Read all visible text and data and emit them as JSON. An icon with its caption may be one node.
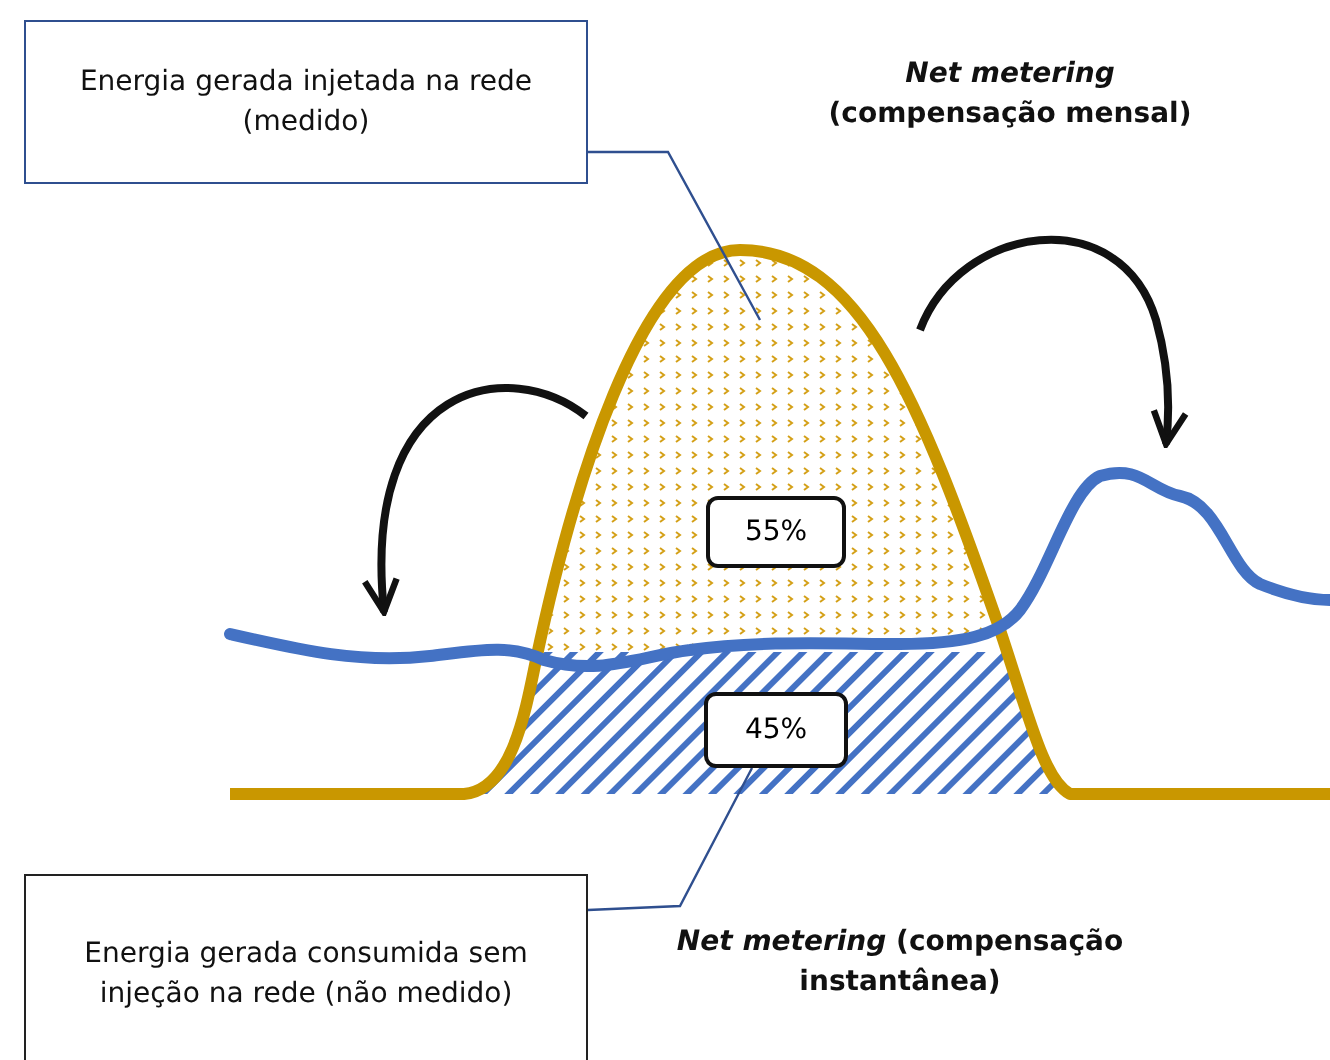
{
  "diagram": {
    "nodes": [
      {
        "text": [
          "Energia gerada injetada na rede (medido)"
        ]
      },
      {
        "text": [],
        "shape": "area"
      },
      {
        "text": [
          "55%"
        ],
        "in": 1
      },
      {
        "text": [],
        "shape": "area"
      },
      {
        "text": [
          "45%"
        ],
        "in": 3
      },
      {
        "text": [
          "Energia gerada consumida sem injeção na rede (não medido)"
        ]
      }
    ],
    "edges": [
      {
        "from": 0,
        "to": 1,
        "arrow": "none"
      },
      {
        "from": 5,
        "to": 4,
        "arrow": "none"
      },
      {
        "from": 1,
        "to": null,
        "arrow": "to",
        "style": "thick",
        "color": "#111111"
      },
      {
        "from": 1,
        "to": null,
        "arrow": "to",
        "style": "thick",
        "color": "#111111"
      }
    ],
    "labels": [
      "*Net metering* (compensação mensal)",
      "*Net metering* (compensação instantânea)"
    ]
  }
}
